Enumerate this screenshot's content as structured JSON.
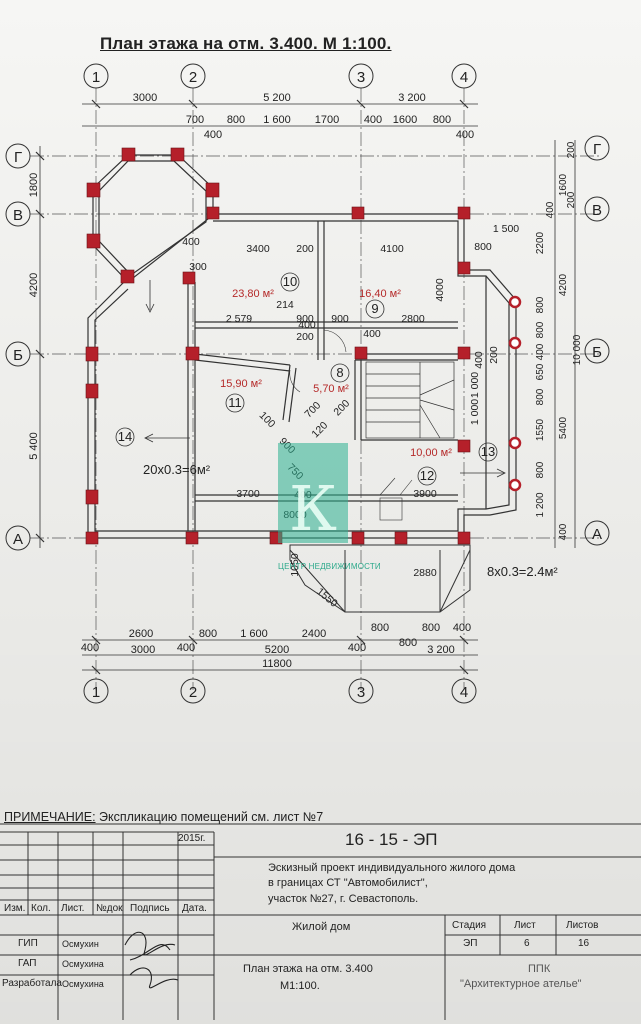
{
  "title": "План этажа на отм. 3.400. М 1:100.",
  "axes_top": [
    "1",
    "2",
    "3",
    "4"
  ],
  "axes_bottom": [
    "1",
    "2",
    "3",
    "4"
  ],
  "axes_left": [
    "Г",
    "В",
    "Б",
    "А"
  ],
  "axes_right": [
    "Г",
    "В",
    "Б",
    "А"
  ],
  "dims_top_row1": [
    "3000",
    "5 200",
    "3 200"
  ],
  "dims_top_row2": [
    "700",
    "800",
    "1 600",
    "1700",
    "400",
    "1600",
    "800",
    "400",
    "400"
  ],
  "dims_left": [
    "1800",
    "4200",
    "5 400"
  ],
  "dims_right": [
    "200",
    "1600",
    "400",
    "200",
    "2200",
    "4200",
    "800",
    "800",
    "400",
    "650",
    "800",
    "1550",
    "800",
    "1 200",
    "400",
    "5400",
    "10 000"
  ],
  "dims_bottom_row1": [
    "2600",
    "800",
    "1 600",
    "2400",
    "800",
    "800",
    "400"
  ],
  "dims_bottom_row2": [
    "400",
    "3000",
    "400",
    "5200",
    "400",
    "800",
    "3 200"
  ],
  "dims_bottom_total": "11800",
  "rooms": [
    {
      "num": "10",
      "area": "23,80 м²"
    },
    {
      "num": "9",
      "area": "16,40 м²"
    },
    {
      "num": "11",
      "area": "15,90 м²"
    },
    {
      "num": "8",
      "area": "5,70 м²"
    },
    {
      "num": "12",
      "area": "10,00 м²"
    },
    {
      "num": "13",
      "area": ""
    },
    {
      "num": "14",
      "area": ""
    }
  ],
  "inner_dims": [
    "400",
    "300",
    "3400",
    "200",
    "4100",
    "1 500",
    "800",
    "4000",
    "214",
    "2 579",
    "900",
    "900",
    "2800",
    "200",
    "400",
    "400",
    "700",
    "200",
    "120",
    "100",
    "900",
    "750",
    "3700",
    "3900",
    "8000",
    "400",
    "1050",
    "2880",
    "1550",
    "1 000",
    "1 000",
    "200",
    "400"
  ],
  "terrace_area_left": "20x0.3=6м²",
  "terrace_area_right": "8x0.3=2.4м²",
  "watermark_text": "ЦЕНТР НЕДВИЖИМОСТИ",
  "note_label": "ПРИМЕЧАНИЕ:",
  "note_text": " Экспликацию помещений см. лист №7",
  "title_block": {
    "year": "2015г.",
    "code": "16 - 15 - ЭП",
    "project": "Эскизный проект индивидуального  жилого дома",
    "project_line2": "в границах СТ \"Автомобилист\",",
    "project_line3": "участок №27, г. Севастополь.",
    "building": "Жилой дом",
    "sheet_name": "План этажа на отм. 3.400",
    "sheet_scale": "М1:100.",
    "col_headers": [
      "Изм.",
      "Кол.",
      "Лист.",
      "№док",
      "Подпись",
      "Дата."
    ],
    "roles": [
      "ГИП",
      "ГАП",
      "Разработала"
    ],
    "names": [
      "Осмухин",
      "Осмухина",
      "Осмухина"
    ],
    "stage_headers": [
      "Стадия",
      "Лист",
      "Листов"
    ],
    "stage_values": [
      "ЭП",
      "6",
      "16"
    ],
    "org_line1": "ППК",
    "org_line2": "\"Архитектурное  ателье\""
  },
  "colors": {
    "wall_red": "#b5202a",
    "watermark": "#2bb08f",
    "line": "#333333",
    "room_area": "#b52a2a"
  }
}
